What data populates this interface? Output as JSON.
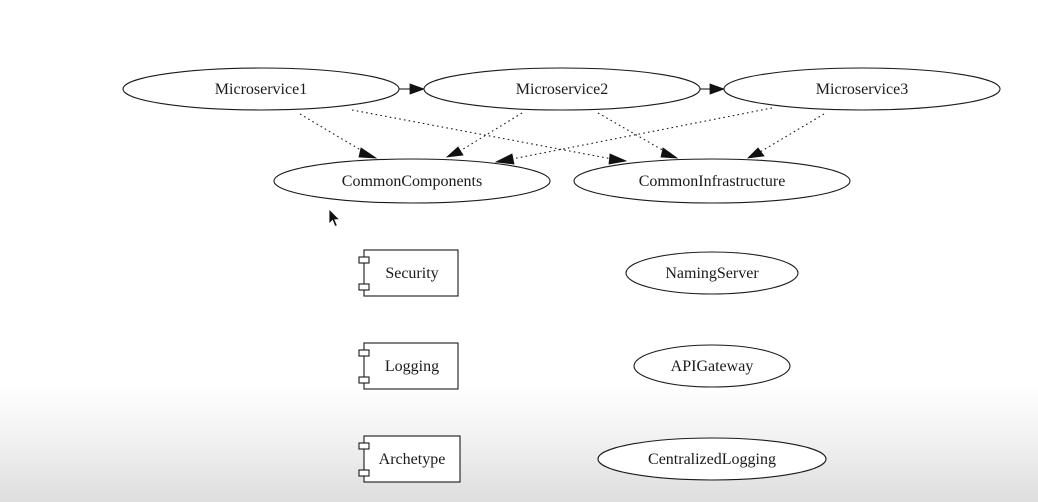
{
  "diagram": {
    "services": {
      "ms1": "Microservice1",
      "ms2": "Microservice2",
      "ms3": "Microservice3"
    },
    "common": {
      "components": "CommonComponents",
      "infrastructure": "CommonInfrastructure"
    },
    "components": {
      "security": "Security",
      "logging": "Logging",
      "archetype": "Archetype"
    },
    "infrastructure": {
      "naming_server": "NamingServer",
      "api_gateway": "APIGateway",
      "centralized_logging": "CentralizedLogging"
    },
    "edges": [
      {
        "from": "Microservice1",
        "to": "Microservice2",
        "style": "solid"
      },
      {
        "from": "Microservice2",
        "to": "Microservice3",
        "style": "solid"
      },
      {
        "from": "Microservice1",
        "to": "CommonComponents",
        "style": "dotted"
      },
      {
        "from": "Microservice1",
        "to": "CommonInfrastructure",
        "style": "dotted"
      },
      {
        "from": "Microservice2",
        "to": "CommonComponents",
        "style": "dotted"
      },
      {
        "from": "Microservice2",
        "to": "CommonInfrastructure",
        "style": "dotted"
      },
      {
        "from": "Microservice3",
        "to": "CommonComponents",
        "style": "dotted"
      },
      {
        "from": "Microservice3",
        "to": "CommonInfrastructure",
        "style": "dotted"
      }
    ]
  }
}
